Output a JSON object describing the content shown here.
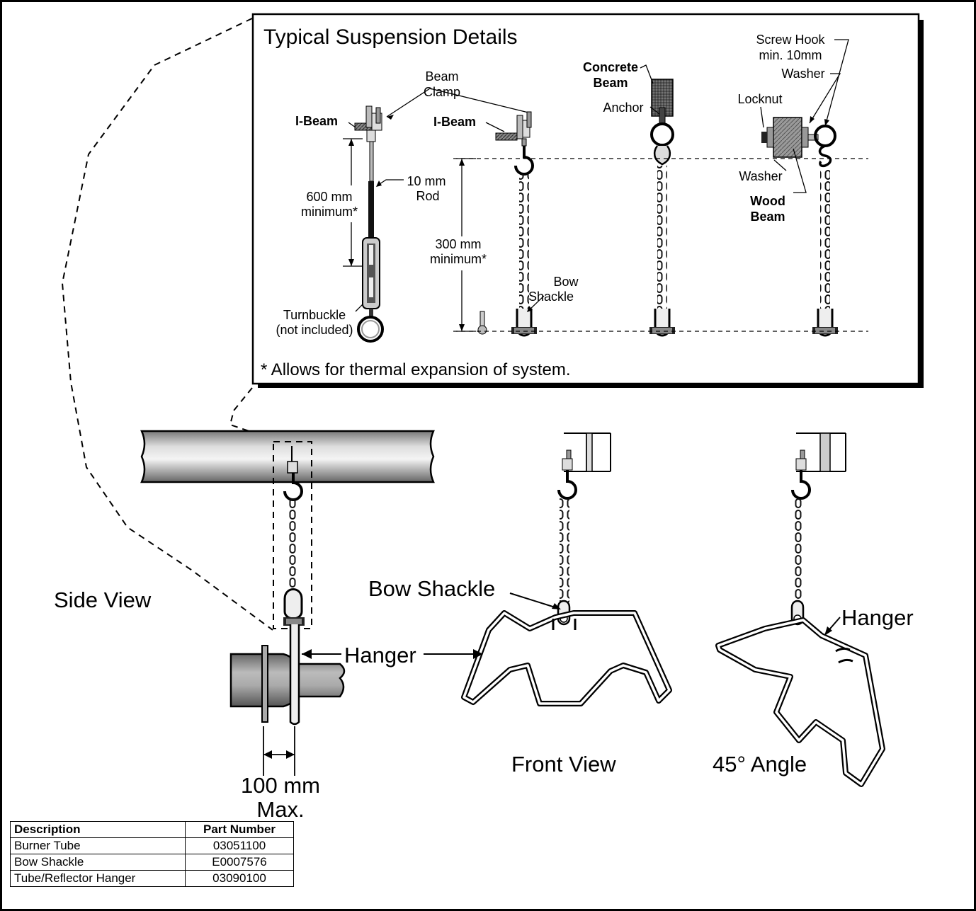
{
  "inset": {
    "title": "Typical Suspension Details",
    "footnote": "* Allows for thermal expansion of system."
  },
  "labels": {
    "ibeam_1": "I-Beam",
    "beam_clamp_1": "Beam",
    "beam_clamp_2": "Clamp",
    "ibeam_2": "I-Beam",
    "rod_1": "10 mm",
    "rod_2": "Rod",
    "dim600_1": "600 mm",
    "dim600_2": "minimum*",
    "dim300_1": "300 mm",
    "dim300_2": "minimum*",
    "turnbuckle_1": "Turnbuckle",
    "turnbuckle_2": "(not included)",
    "bow_shackle_1": "Bow",
    "bow_shackle_2": "Shackle",
    "concrete_1": "Concrete",
    "concrete_2": "Beam",
    "anchor": "Anchor",
    "screw_hook_1": "Screw Hook",
    "screw_hook_2": "min. 10mm",
    "washer_top": "Washer",
    "locknut": "Locknut",
    "washer_bottom": "Washer",
    "wood_1": "Wood",
    "wood_2": "Beam"
  },
  "views": {
    "side_view": "Side View",
    "front_view": "Front View",
    "angle_view": "45° Angle",
    "hanger_side": "Hanger",
    "hanger_angle": "Hanger",
    "bow_shackle": "Bow Shackle",
    "dim100_1": "100 mm",
    "dim100_2": "Max."
  },
  "parts_table": {
    "headers": [
      "Description",
      "Part Number"
    ],
    "rows": [
      [
        "Burner Tube",
        "03051100"
      ],
      [
        "Bow Shackle",
        "E0007576"
      ],
      [
        "Tube/Reflector Hanger",
        "03090100"
      ]
    ]
  }
}
